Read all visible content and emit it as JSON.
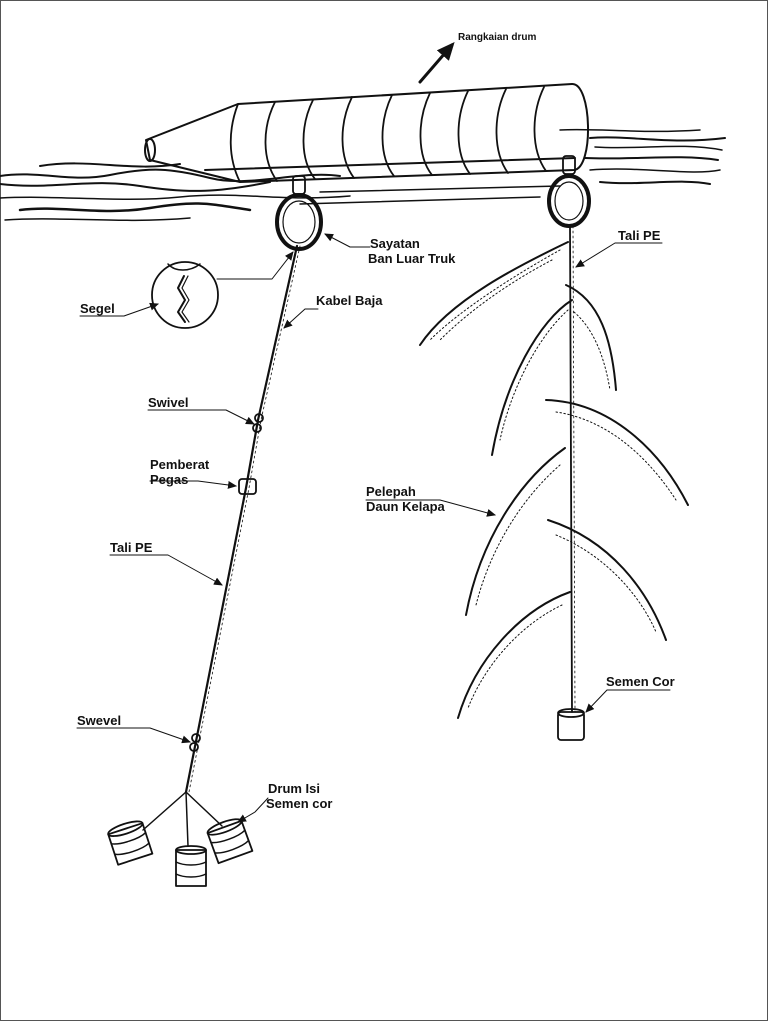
{
  "labels": {
    "rangkaian_drum": "Rangkaian drum",
    "sayatan_l1": "Sayatan",
    "sayatan_l2": "Ban Luar Truk",
    "segel": "Segel",
    "kabel_baja": "Kabel Baja",
    "swivel": "Swivel",
    "pemberat_l1": "Pemberat",
    "pemberat_l2": "Pegas",
    "tali_pe_left": "Tali PE",
    "swevel": "Swevel",
    "drum_isi_l1": "Drum Isi",
    "drum_isi_l2": "Semen cor",
    "tali_pe_right": "Tali PE",
    "pelepah_l1": "Pelepah",
    "pelepah_l2": "Daun Kelapa",
    "semen_cor": "Semen Cor"
  },
  "colors": {
    "ink": "#111111",
    "background": "#ffffff",
    "frame": "#555555"
  }
}
